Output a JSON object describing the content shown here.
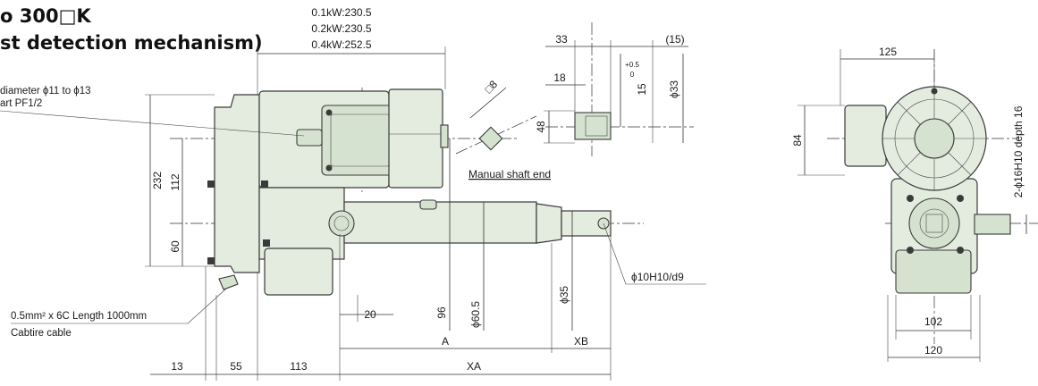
{
  "title": {
    "line1": "o 300□K",
    "line2": "st detection mechanism)"
  },
  "notes": {
    "cable_diameter": "diameter ϕ11 to ϕ13",
    "conduit": "art PF1/2",
    "cable_spec": "0.5mm² x 6C  Length 1000mm",
    "cable_type": "Cabtire cable",
    "manual_shaft": "Manual shaft end"
  },
  "lengths": {
    "kw01": "0.1kW:230.5",
    "kw02": "0.2kW:230.5",
    "kw04": "0.4kW:252.5"
  },
  "dims": {
    "d232": "232",
    "d112": "112",
    "d60": "60",
    "d13": "13",
    "d55": "55",
    "d113": "113",
    "d20": "20",
    "d96": "96",
    "d605": "ϕ60.5",
    "d35": "ϕ35",
    "dA": "A",
    "dXA": "XA",
    "dXB": "XB",
    "pin": "ϕ10H10/d9",
    "d33": "33",
    "d15p": "(15)",
    "d18": "18",
    "d15": "15",
    "tol_up": "+0.5",
    "tol_dn": "0",
    "d33phi": "ϕ33",
    "d48": "48",
    "sq8": "□8",
    "d125": "125",
    "d84": "84",
    "d102": "102",
    "d120": "120",
    "holes": "2-ϕ16H10 depth 16"
  },
  "colors": {
    "body": "#e3ecdf",
    "line": "#333333"
  }
}
